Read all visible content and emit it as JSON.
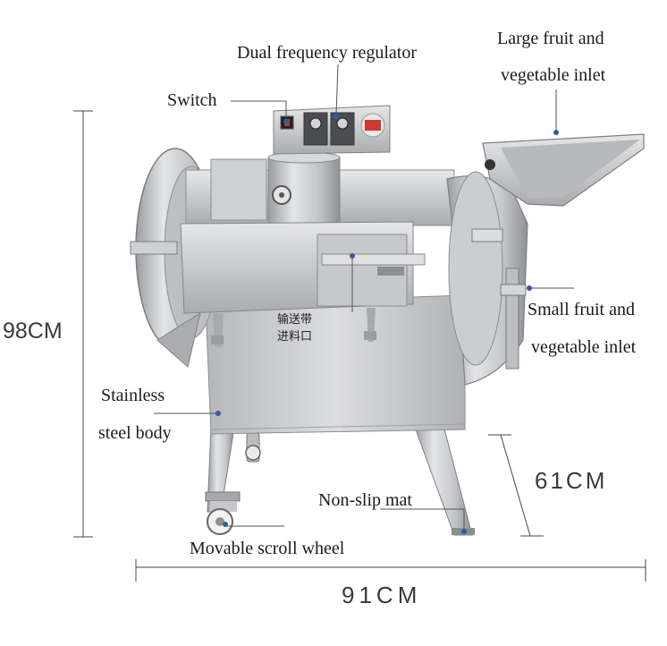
{
  "labels": {
    "regulator": "Dual frequency regulator",
    "switch": "Switch",
    "large_inlet_1": "Large fruit and",
    "large_inlet_2": "vegetable inlet",
    "small_inlet_1": "Small fruit and",
    "small_inlet_2": "vegetable inlet",
    "body_1": "Stainless",
    "body_2": "steel body",
    "mat": "Non-slip mat",
    "wheel": "Movable scroll wheel",
    "conveyor_1": "输送带",
    "conveyor_2": "进料口"
  },
  "dimensions": {
    "height": "98CM",
    "depth": "61CM",
    "width": "91CM"
  },
  "colors": {
    "steel": "#c9cacc",
    "leader_dot": "#2f5aa8",
    "dimension_line": "#444444"
  }
}
